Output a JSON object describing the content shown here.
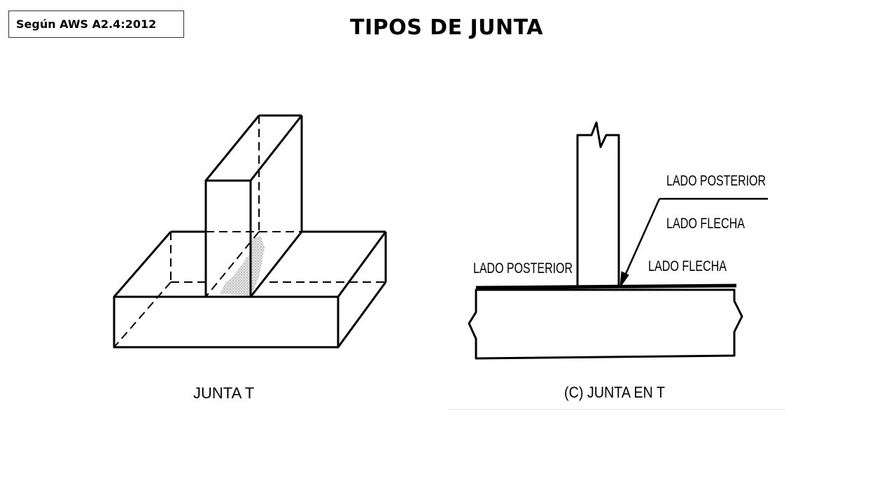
{
  "header": {
    "standard_reference": "Según AWS A2.4:2012",
    "title": "TIPOS DE JUNTA"
  },
  "left_figure": {
    "caption": "JUNTA T"
  },
  "right_figure": {
    "caption": "(C) JUNTA EN T",
    "labels": {
      "lado_posterior_right": "LADO POSTERIOR",
      "lado_flecha_right": "LADO FLECHA",
      "lado_posterior_left": "LADO POSTERIOR",
      "lado_flecha_lower": "LADO FLECHA"
    }
  }
}
